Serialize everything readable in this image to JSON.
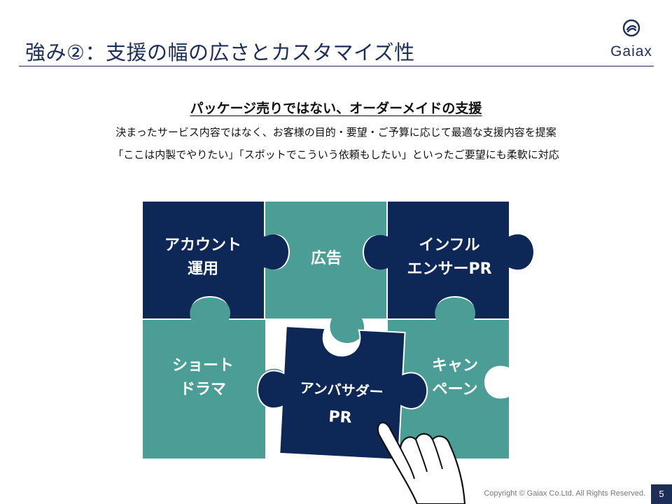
{
  "header": {
    "title": "強み②：支援の幅の広さとカスタマイズ性",
    "logo_text": "Gaiax"
  },
  "main": {
    "subhead": "パッケージ売りではない、オーダーメイドの支援",
    "desc1": "決まったサービス内容ではなく、お客様の目的・要望・ご予算に応じて最適な支援内容を提案",
    "desc2": "「ここは内製でやりたい」「スポットでこういう依頼もしたい」といったご要望にも柔軟に対応"
  },
  "puzzle": {
    "pieces": [
      {
        "line1": "アカウント",
        "line2": "運用"
      },
      {
        "line1": "広告",
        "line2": ""
      },
      {
        "line1": "インフル",
        "line2": "エンサーPR"
      },
      {
        "line1": "ショート",
        "line2": "ドラマ"
      },
      {
        "line1": "アンバサダー",
        "line2": "PR"
      },
      {
        "line1": "キャン",
        "line2": "ペーン"
      }
    ],
    "colors": {
      "navy": "#0d2857",
      "teal": "#4a9e96"
    }
  },
  "footer": {
    "copyright": "Copyright © Gaiax Co.Ltd. All Rights Reserved.",
    "page": "5"
  }
}
